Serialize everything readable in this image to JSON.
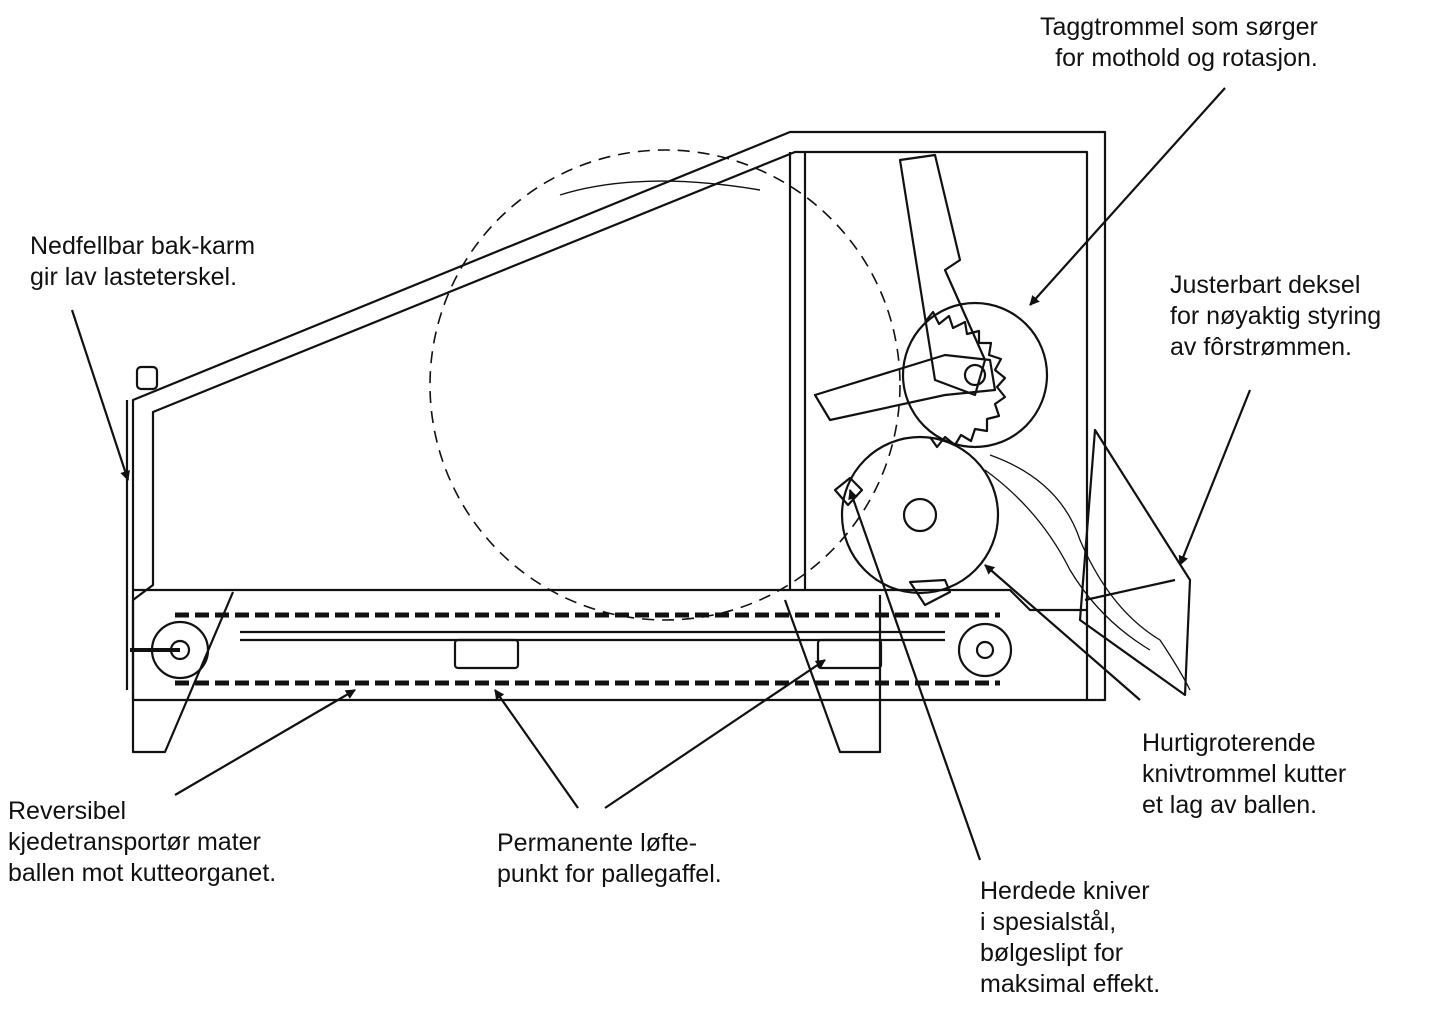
{
  "callouts": {
    "taggtrommel": [
      "Taggtrommel som sørger",
      "for mothold og rotasjon."
    ],
    "bak_karm": [
      "Nedfellbar bak-karm",
      "gir lav lasteterskel."
    ],
    "deksel": [
      "Justerbart deksel",
      "for nøyaktig styring",
      "av fôrstrømmen."
    ],
    "knivtrommel": [
      "Hurtigroterende",
      "knivtrommel kutter",
      "et lag av ballen."
    ],
    "kjedetransportor": [
      "Reversibel",
      "kjedetransportør mater",
      "ballen mot kutteorganet."
    ],
    "loftepunkt": [
      "Permanente løfte-",
      "punkt for pallegaffel."
    ],
    "kniver": [
      "Herdede kniver",
      "i spesialstål,",
      "bølgeslipt for",
      "maksimal effekt."
    ]
  },
  "colors": {
    "ink": "#111111",
    "background": "#ffffff"
  }
}
